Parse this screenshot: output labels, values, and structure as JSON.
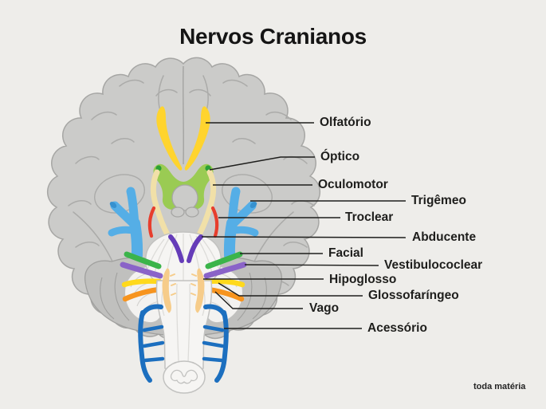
{
  "title": "Nervos Cranianos",
  "watermark": "toda matéria",
  "labels": {
    "olfatorio": "Olfatório",
    "optico": "Óptico",
    "oculomotor": "Oculomotor",
    "trigemeo": "Trigêmeo",
    "troclear": "Troclear",
    "abducente": "Abducente",
    "facial": "Facial",
    "vestibulococlear": "Vestibulococlear",
    "hipoglosso": "Hipoglosso",
    "glossofaringeo": "Glossofaríngeo",
    "vago": "Vago",
    "acessorio": "Acessório"
  },
  "colors": {
    "background": "#EEEDEA",
    "brain": "#CBCBC9",
    "brain_outline": "#A6A6A4",
    "gyri_line": "#ABABA9",
    "cerebellum": "#C0C0BE",
    "cerebellum_outline": "#A0A09E",
    "brainstem": "#F6F5F3",
    "brainstem_outline": "#C2C2C0",
    "brainstem_striation": "#DDDCD9",
    "wing": "#F3F2F0",
    "wing_striation": "#D3D2CF",
    "olfatorio": "#FFD42E",
    "optico": "#9ACB53",
    "optico_dot": "#2BA035",
    "oculomotor": "#F1E0A8",
    "trigemeo": "#55AEE6",
    "trigemeo_cut": "#3691CF",
    "troclear": "#E73E2D",
    "abducente": "#653CB8",
    "facial": "#3BB44A",
    "vestibulococlear": "#8A63C8",
    "glossofaringeo": "#FFD91C",
    "vago": "#F7941E",
    "acessorio": "#1C6FBF",
    "hipoglosso": "#F6CC8A",
    "leader": "#1E1E1C",
    "label_text": "#1E1E1C"
  }
}
